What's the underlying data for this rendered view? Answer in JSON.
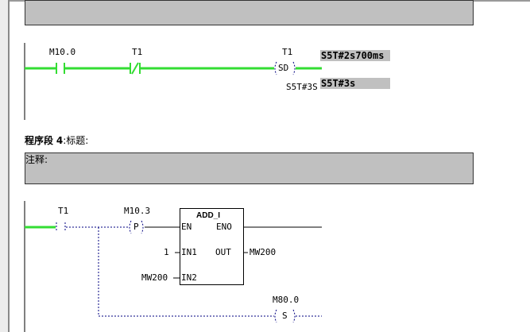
{
  "network3": {
    "contact1": "M10.0",
    "contact2": "T1",
    "coil": "T1",
    "coil_type": "SD",
    "actual_time": "S5T#2s700ms",
    "preset_label": "S5T#3S",
    "preset_value": "S5T#3s"
  },
  "network4": {
    "title_prefix": "程序段",
    "number": "4",
    "title_label": "标题:",
    "comment": "注释:",
    "contact": "T1",
    "edge_coil": "M10.3",
    "edge_type": "P",
    "block": {
      "name": "ADD_I",
      "en": "EN",
      "eno": "ENO",
      "in1": "IN1",
      "in2": "IN2",
      "out": "OUT",
      "in1_value": "1",
      "in2_value": "MW200",
      "out_value": "MW200"
    },
    "set_coil": "M80.0",
    "set_type": "S"
  },
  "colors": {
    "powered": "#33dd33",
    "unpowered": "#000080",
    "comment_bg": "#c0c0c0"
  }
}
